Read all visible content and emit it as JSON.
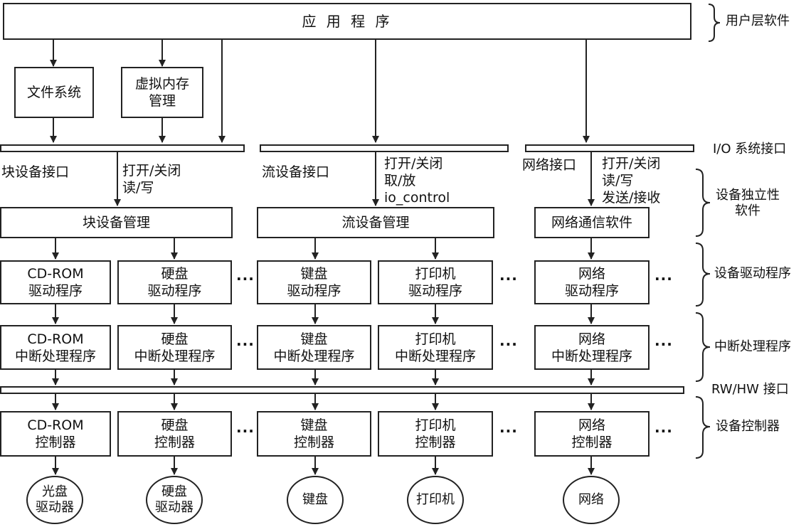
{
  "app": {
    "title": "应 用 程 序"
  },
  "fs": {
    "l1": "文件系统"
  },
  "vm": {
    "l1": "虚拟内存",
    "l2": "管理"
  },
  "iface": {
    "block": "块设备接口",
    "stream": "流设备接口",
    "net": "网络接口",
    "block_ops": [
      "打开/关闭",
      "读/写"
    ],
    "stream_ops": [
      "打开/关闭",
      "取/放",
      "io_control"
    ],
    "net_ops": [
      "打开/关闭",
      "读/写",
      "发送/接收"
    ]
  },
  "mgmt": {
    "block": "块设备管理",
    "stream": "流设备管理",
    "net": "网络通信软件"
  },
  "drivers": [
    {
      "l1": "CD-ROM",
      "l2": "驱动程序"
    },
    {
      "l1": "硬盘",
      "l2": "驱动程序"
    },
    {
      "l1": "键盘",
      "l2": "驱动程序"
    },
    {
      "l1": "打印机",
      "l2": "驱动程序"
    },
    {
      "l1": "网络",
      "l2": "驱动程序"
    }
  ],
  "isr": [
    {
      "l1": "CD-ROM",
      "l2": "中断处理程序"
    },
    {
      "l1": "硬盘",
      "l2": "中断处理程序"
    },
    {
      "l1": "键盘",
      "l2": "中断处理程序"
    },
    {
      "l1": "打印机",
      "l2": "中断处理程序"
    },
    {
      "l1": "网络",
      "l2": "中断处理程序"
    }
  ],
  "controllers": [
    {
      "l1": "CD-ROM",
      "l2": "控制器"
    },
    {
      "l1": "硬盘",
      "l2": "控制器"
    },
    {
      "l1": "键盘",
      "l2": "控制器"
    },
    {
      "l1": "打印机",
      "l2": "控制器"
    },
    {
      "l1": "网络",
      "l2": "控制器"
    }
  ],
  "devices": [
    {
      "l1": "光盘",
      "l2": "驱动器"
    },
    {
      "l1": "硬盘",
      "l2": "驱动器"
    },
    {
      "l1": "键盘",
      "l2": ""
    },
    {
      "l1": "打印机",
      "l2": ""
    },
    {
      "l1": "网络",
      "l2": ""
    }
  ],
  "ellipsis": "···",
  "layers": {
    "user": "用户层软件",
    "io_sys": "I/O 系统接口",
    "indep_l1": "设备独立性",
    "indep_l2": "软件",
    "driver": "设备驱动程序",
    "isr": "中断处理程序",
    "rwhw": "RW/HW 接口",
    "ctrl": "设备控制器"
  }
}
